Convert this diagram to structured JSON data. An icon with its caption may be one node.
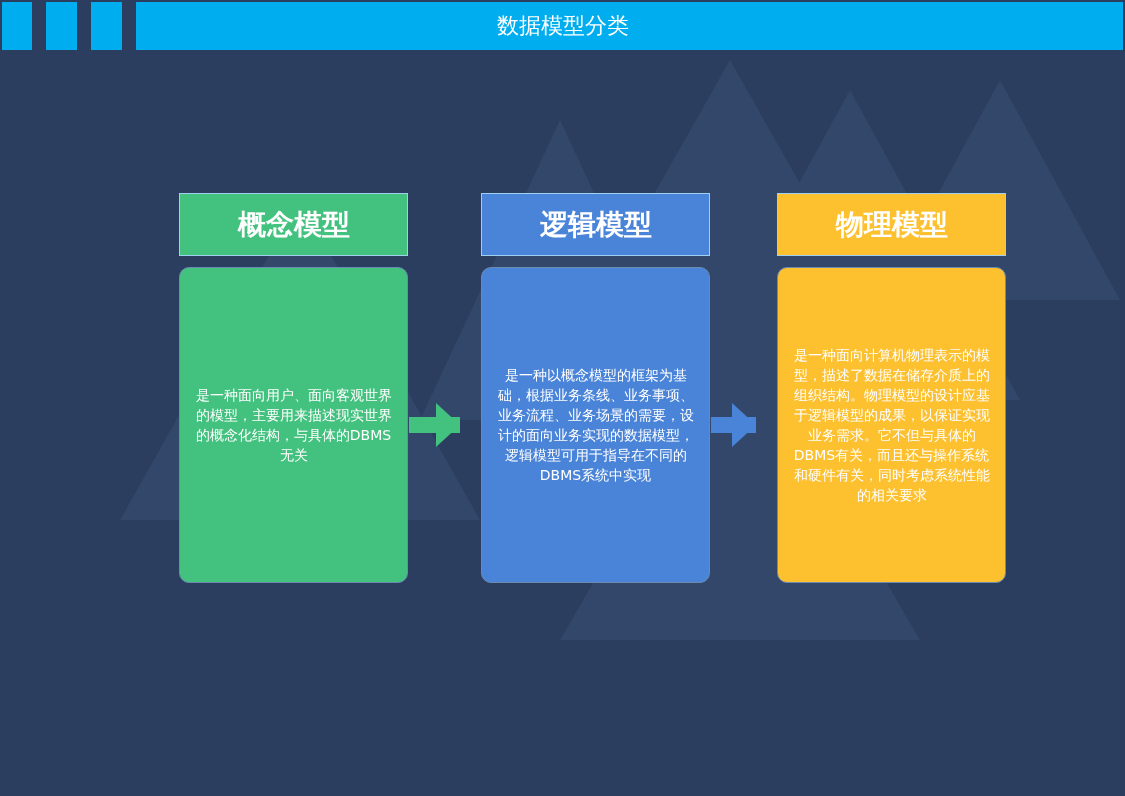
{
  "diagram": {
    "title": "数据模型分类",
    "nodes": [
      {
        "text": [
          "概念模型"
        ]
      },
      {
        "text": [
          "是一种面向用户、面向客观世界的模型，主要用来描述现实世界的概念化结构，与具体的DBMS无关"
        ]
      },
      {
        "text": [
          "逻辑模型"
        ]
      },
      {
        "text": [
          "是一种以概念模型的框架为基础，根据业务条线、业务事项、业务流程、业务场景的需要，设计的面向业务实现的数据模型，逻辑模型可用于指导在不同的DBMS系统中实现"
        ]
      },
      {
        "text": [
          "物理模型"
        ]
      },
      {
        "text": [
          "是一种面向计算机物理表示的模型，描述了数据在储存介质上的组织结构。物理模型的设计应基于逻辑模型的成果，以保证实现业务需求。它不但与具体的DBMS有关，而且还与操作系统和硬件有关，同时考虑系统性能的相关要求"
        ]
      }
    ],
    "edges": [
      {
        "from": 1,
        "to": 3,
        "arrow": "to",
        "color": "#43c17e"
      },
      {
        "from": 3,
        "to": 5,
        "arrow": "to",
        "color": "#4a84d8"
      }
    ]
  }
}
